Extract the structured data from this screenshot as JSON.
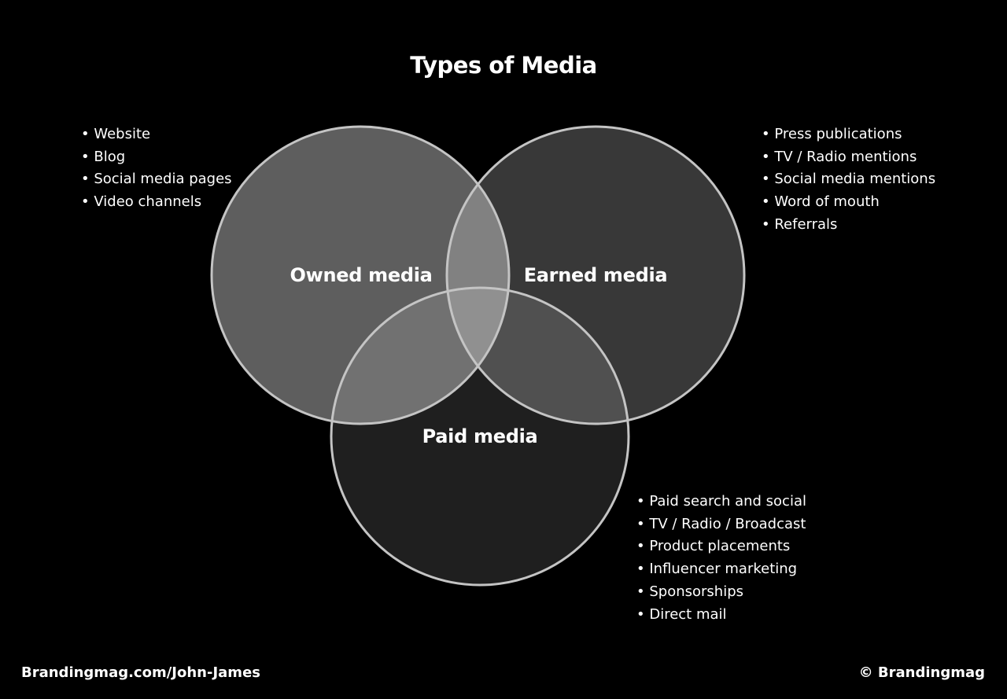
{
  "title": "Types of Media",
  "circles": {
    "owned": {
      "label": "Owned media",
      "items": [
        "Website",
        "Blog",
        "Social media pages",
        "Video channels"
      ]
    },
    "earned": {
      "label": "Earned media",
      "items": [
        "Press publications",
        "TV / Radio mentions",
        "Social media mentions",
        "Word of mouth",
        "Referrals"
      ]
    },
    "paid": {
      "label": "Paid media",
      "items": [
        "Paid search and social",
        "TV / Radio / Broadcast",
        "Product placements",
        "Influencer marketing",
        "Sponsorships",
        "Direct mail"
      ]
    }
  },
  "footer": {
    "left": "Brandingmag.com/John-James",
    "right": "© Brandingmag"
  }
}
